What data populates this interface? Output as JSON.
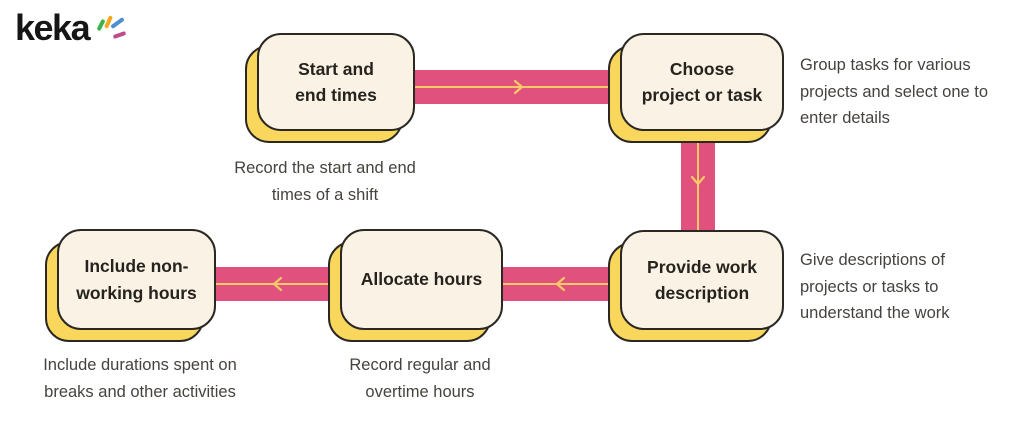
{
  "logo": {
    "text": "keka",
    "sparks": [
      "green",
      "yellow",
      "blue",
      "pink"
    ]
  },
  "colors": {
    "arrow_pink": "#E0517D",
    "arrow_accent_yellow": "#F9C967",
    "box_fill_cream": "#FAF3E5",
    "box_shadow_yellow": "#F9D65C",
    "box_border": "#2B2824",
    "title_text": "#26231F",
    "caption_text": "#46433E",
    "logo_text": "#161616",
    "spark_green": "#3BB44A",
    "spark_yellow": "#F6A81C",
    "spark_blue": "#4D8FD1",
    "spark_pink": "#BF4B8B"
  },
  "nodes": [
    {
      "id": "start-end-times",
      "title": "Start and\nend times",
      "caption": "Record the start and end\ntimes of a shift"
    },
    {
      "id": "choose-project",
      "title": "Choose\nproject or task",
      "caption": "Group tasks for various\nprojects and select one to\nenter details"
    },
    {
      "id": "work-description",
      "title": "Provide work\ndescription",
      "caption": "Give descriptions of\nprojects or tasks to\nunderstand the work"
    },
    {
      "id": "allocate-hours",
      "title": "Allocate hours",
      "caption": "Record regular and\novertime hours"
    },
    {
      "id": "non-working-hours",
      "title": "Include non-\nworking hours",
      "caption": "Include durations spent on\nbreaks and other activities"
    }
  ],
  "arrows": [
    {
      "from": "start-end-times",
      "to": "choose-project",
      "direction": "right"
    },
    {
      "from": "choose-project",
      "to": "work-description",
      "direction": "down"
    },
    {
      "from": "work-description",
      "to": "allocate-hours",
      "direction": "left"
    },
    {
      "from": "allocate-hours",
      "to": "non-working-hours",
      "direction": "left"
    }
  ]
}
